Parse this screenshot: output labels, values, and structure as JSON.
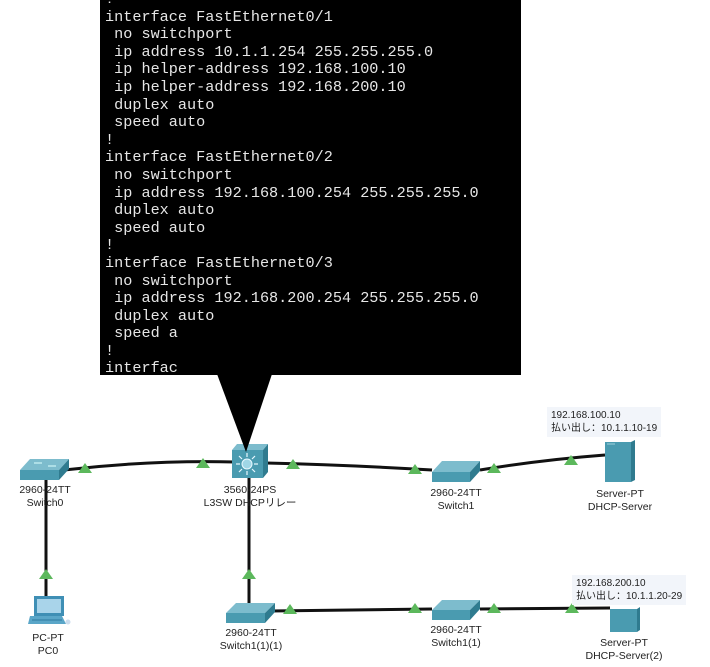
{
  "terminal": {
    "lines": [
      "!",
      "interface FastEthernet0/1",
      " no switchport",
      " ip address 10.1.1.254 255.255.255.0",
      " ip helper-address 192.168.100.10",
      " ip helper-address 192.168.200.10",
      " duplex auto",
      " speed auto",
      "!",
      "interface FastEthernet0/2",
      " no switchport",
      " ip address 192.168.100.254 255.255.255.0",
      " duplex auto",
      " speed auto",
      "!",
      "interface FastEthernet0/3",
      " no switchport",
      " ip address 192.168.200.254 255.255.255.0",
      " duplex auto",
      " speed a",
      "!",
      "interfac"
    ]
  },
  "devices": {
    "switch0": {
      "model": "2960-24TT",
      "name": "Switch0"
    },
    "l3sw": {
      "model": "3560-24PS",
      "name": "L3SW DHCPリレー"
    },
    "switch1": {
      "model": "2960-24TT",
      "name": "Switch1"
    },
    "server1": {
      "model": "Server-PT",
      "name": "DHCP-Server"
    },
    "pc0": {
      "model": "PC-PT",
      "name": "PC0"
    },
    "switch1_1_1": {
      "model": "2960-24TT",
      "name": "Switch1(1)(1)"
    },
    "switch1_1": {
      "model": "2960-24TT",
      "name": "Switch1(1)"
    },
    "server2": {
      "model": "Server-PT",
      "name": "DHCP-Server(2)"
    }
  },
  "notes": {
    "server1": {
      "ip": "192.168.100.10",
      "pool": "払い出し：10.1.1.10-19"
    },
    "server2": {
      "ip": "192.168.200.10",
      "pool": "払い出し：10.1.1.20-29"
    }
  },
  "colors": {
    "link_up": "#5cb85c",
    "device": "#4a9bb0",
    "terminal_bg": "#000000",
    "terminal_fg": "#e6e6e6"
  }
}
